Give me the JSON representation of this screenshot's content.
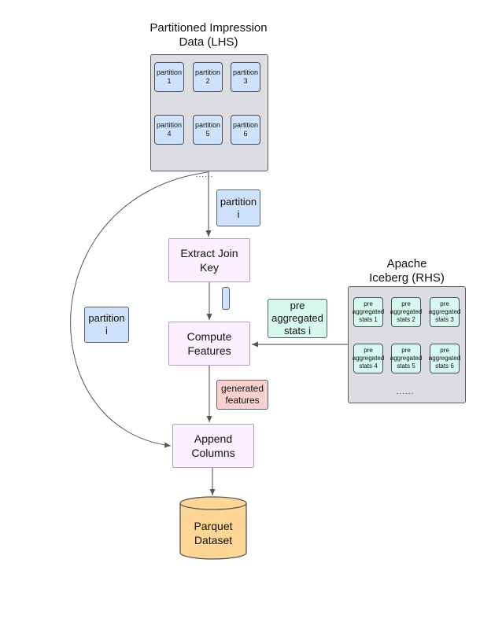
{
  "lhs": {
    "title_line1": "Partitioned Impression",
    "title_line2": "Data (LHS)",
    "partitions": [
      {
        "label": "partition",
        "num": "1"
      },
      {
        "label": "partition",
        "num": "2"
      },
      {
        "label": "partition",
        "num": "3"
      },
      {
        "label": "partition",
        "num": "4"
      },
      {
        "label": "partition",
        "num": "5"
      },
      {
        "label": "partition",
        "num": "6"
      }
    ],
    "ellipsis": "......"
  },
  "rhs": {
    "title_line1": "Apache",
    "title_line2": "Iceberg (RHS)",
    "stats": [
      {
        "l1": "pre",
        "l2": "aggregated",
        "l3": "stats  1"
      },
      {
        "l1": "pre",
        "l2": "aggregated",
        "l3": "stats  2"
      },
      {
        "l1": "pre",
        "l2": "aggregated",
        "l3": "stats  3"
      },
      {
        "l1": "pre",
        "l2": "aggregated",
        "l3": "stats  4"
      },
      {
        "l1": "pre",
        "l2": "aggregated",
        "l3": "stats  5"
      },
      {
        "l1": "pre",
        "l2": "aggregated",
        "l3": "stats  6"
      }
    ],
    "ellipsis": "......"
  },
  "chips": {
    "partition_i_top": {
      "line1": "partition",
      "line2": "i"
    },
    "partition_i_left": {
      "line1": "partition",
      "line2": "i"
    },
    "pre_stats_i": {
      "line1": "pre",
      "line2": "aggregated",
      "line3": "stats  i"
    },
    "generated_features": {
      "line1": "generated",
      "line2": "features"
    }
  },
  "steps": {
    "extract_join_key": {
      "line1": "Extract Join",
      "line2": "Key"
    },
    "compute_features": {
      "line1": "Compute",
      "line2": "Features"
    },
    "append_columns": {
      "line1": "Append",
      "line2": "Columns"
    },
    "parquet_dataset": {
      "line1": "Parquet",
      "line2": "Dataset"
    }
  },
  "colors": {
    "partition_fill": "#cfe2fb",
    "stats_fill": "#d6f8ee",
    "process_fill": "#fbf0fd",
    "generated_fill": "#f8d1cf",
    "dataset_fill": "#fdd696",
    "group_fill": "#dcdde2"
  }
}
